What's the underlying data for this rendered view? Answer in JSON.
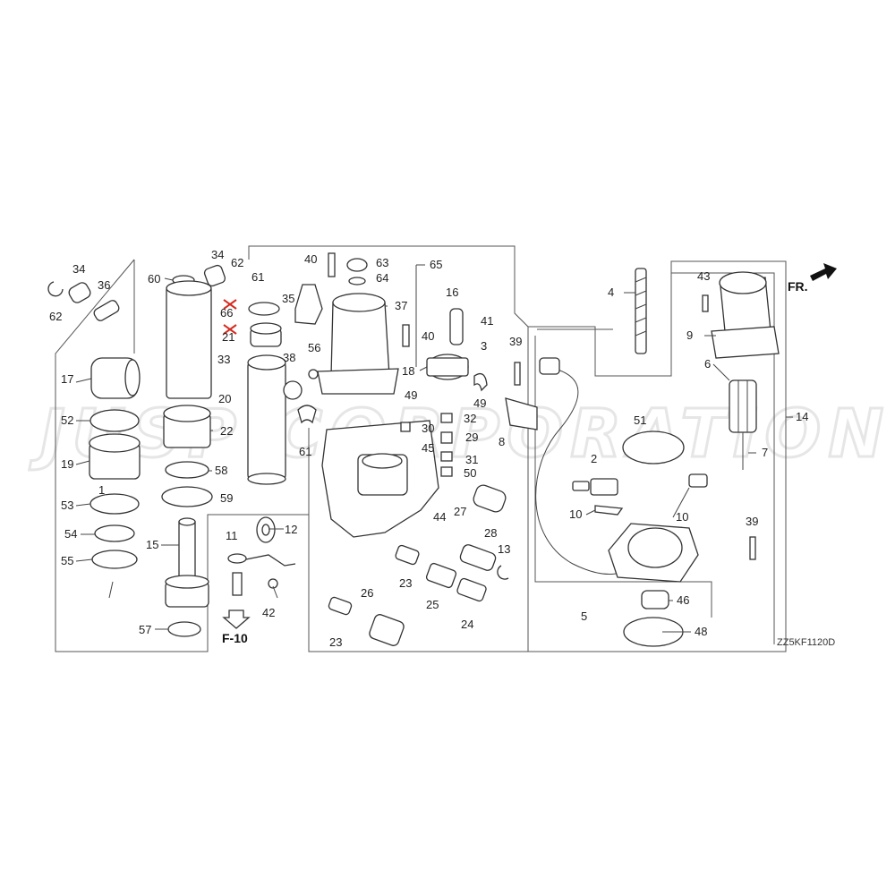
{
  "watermark": "JUSP CORPORATION",
  "direction_label": "FR.",
  "reference_label": "F-10",
  "diagram_code": "ZZ5KF1120D",
  "part_numbers": [
    "1",
    "2",
    "3",
    "4",
    "5",
    "6",
    "7",
    "8",
    "9",
    "10",
    "10",
    "11",
    "12",
    "13",
    "14",
    "15",
    "16",
    "17",
    "18",
    "19",
    "20",
    "21",
    "22",
    "23",
    "23",
    "24",
    "25",
    "26",
    "27",
    "28",
    "29",
    "30",
    "31",
    "32",
    "33",
    "34",
    "34",
    "35",
    "36",
    "37",
    "38",
    "39",
    "39",
    "40",
    "40",
    "41",
    "42",
    "43",
    "44",
    "45",
    "46",
    "48",
    "49",
    "49",
    "50",
    "51",
    "52",
    "53",
    "54",
    "55",
    "56",
    "57",
    "58",
    "59",
    "60",
    "61",
    "61",
    "62",
    "62",
    "63",
    "64",
    "65",
    "66"
  ],
  "crossed_out_parts": [
    "66",
    "21"
  ],
  "colors": {
    "line": "#333333",
    "cross_mark": "#d62a1e",
    "watermark": "#e6e6e6"
  }
}
